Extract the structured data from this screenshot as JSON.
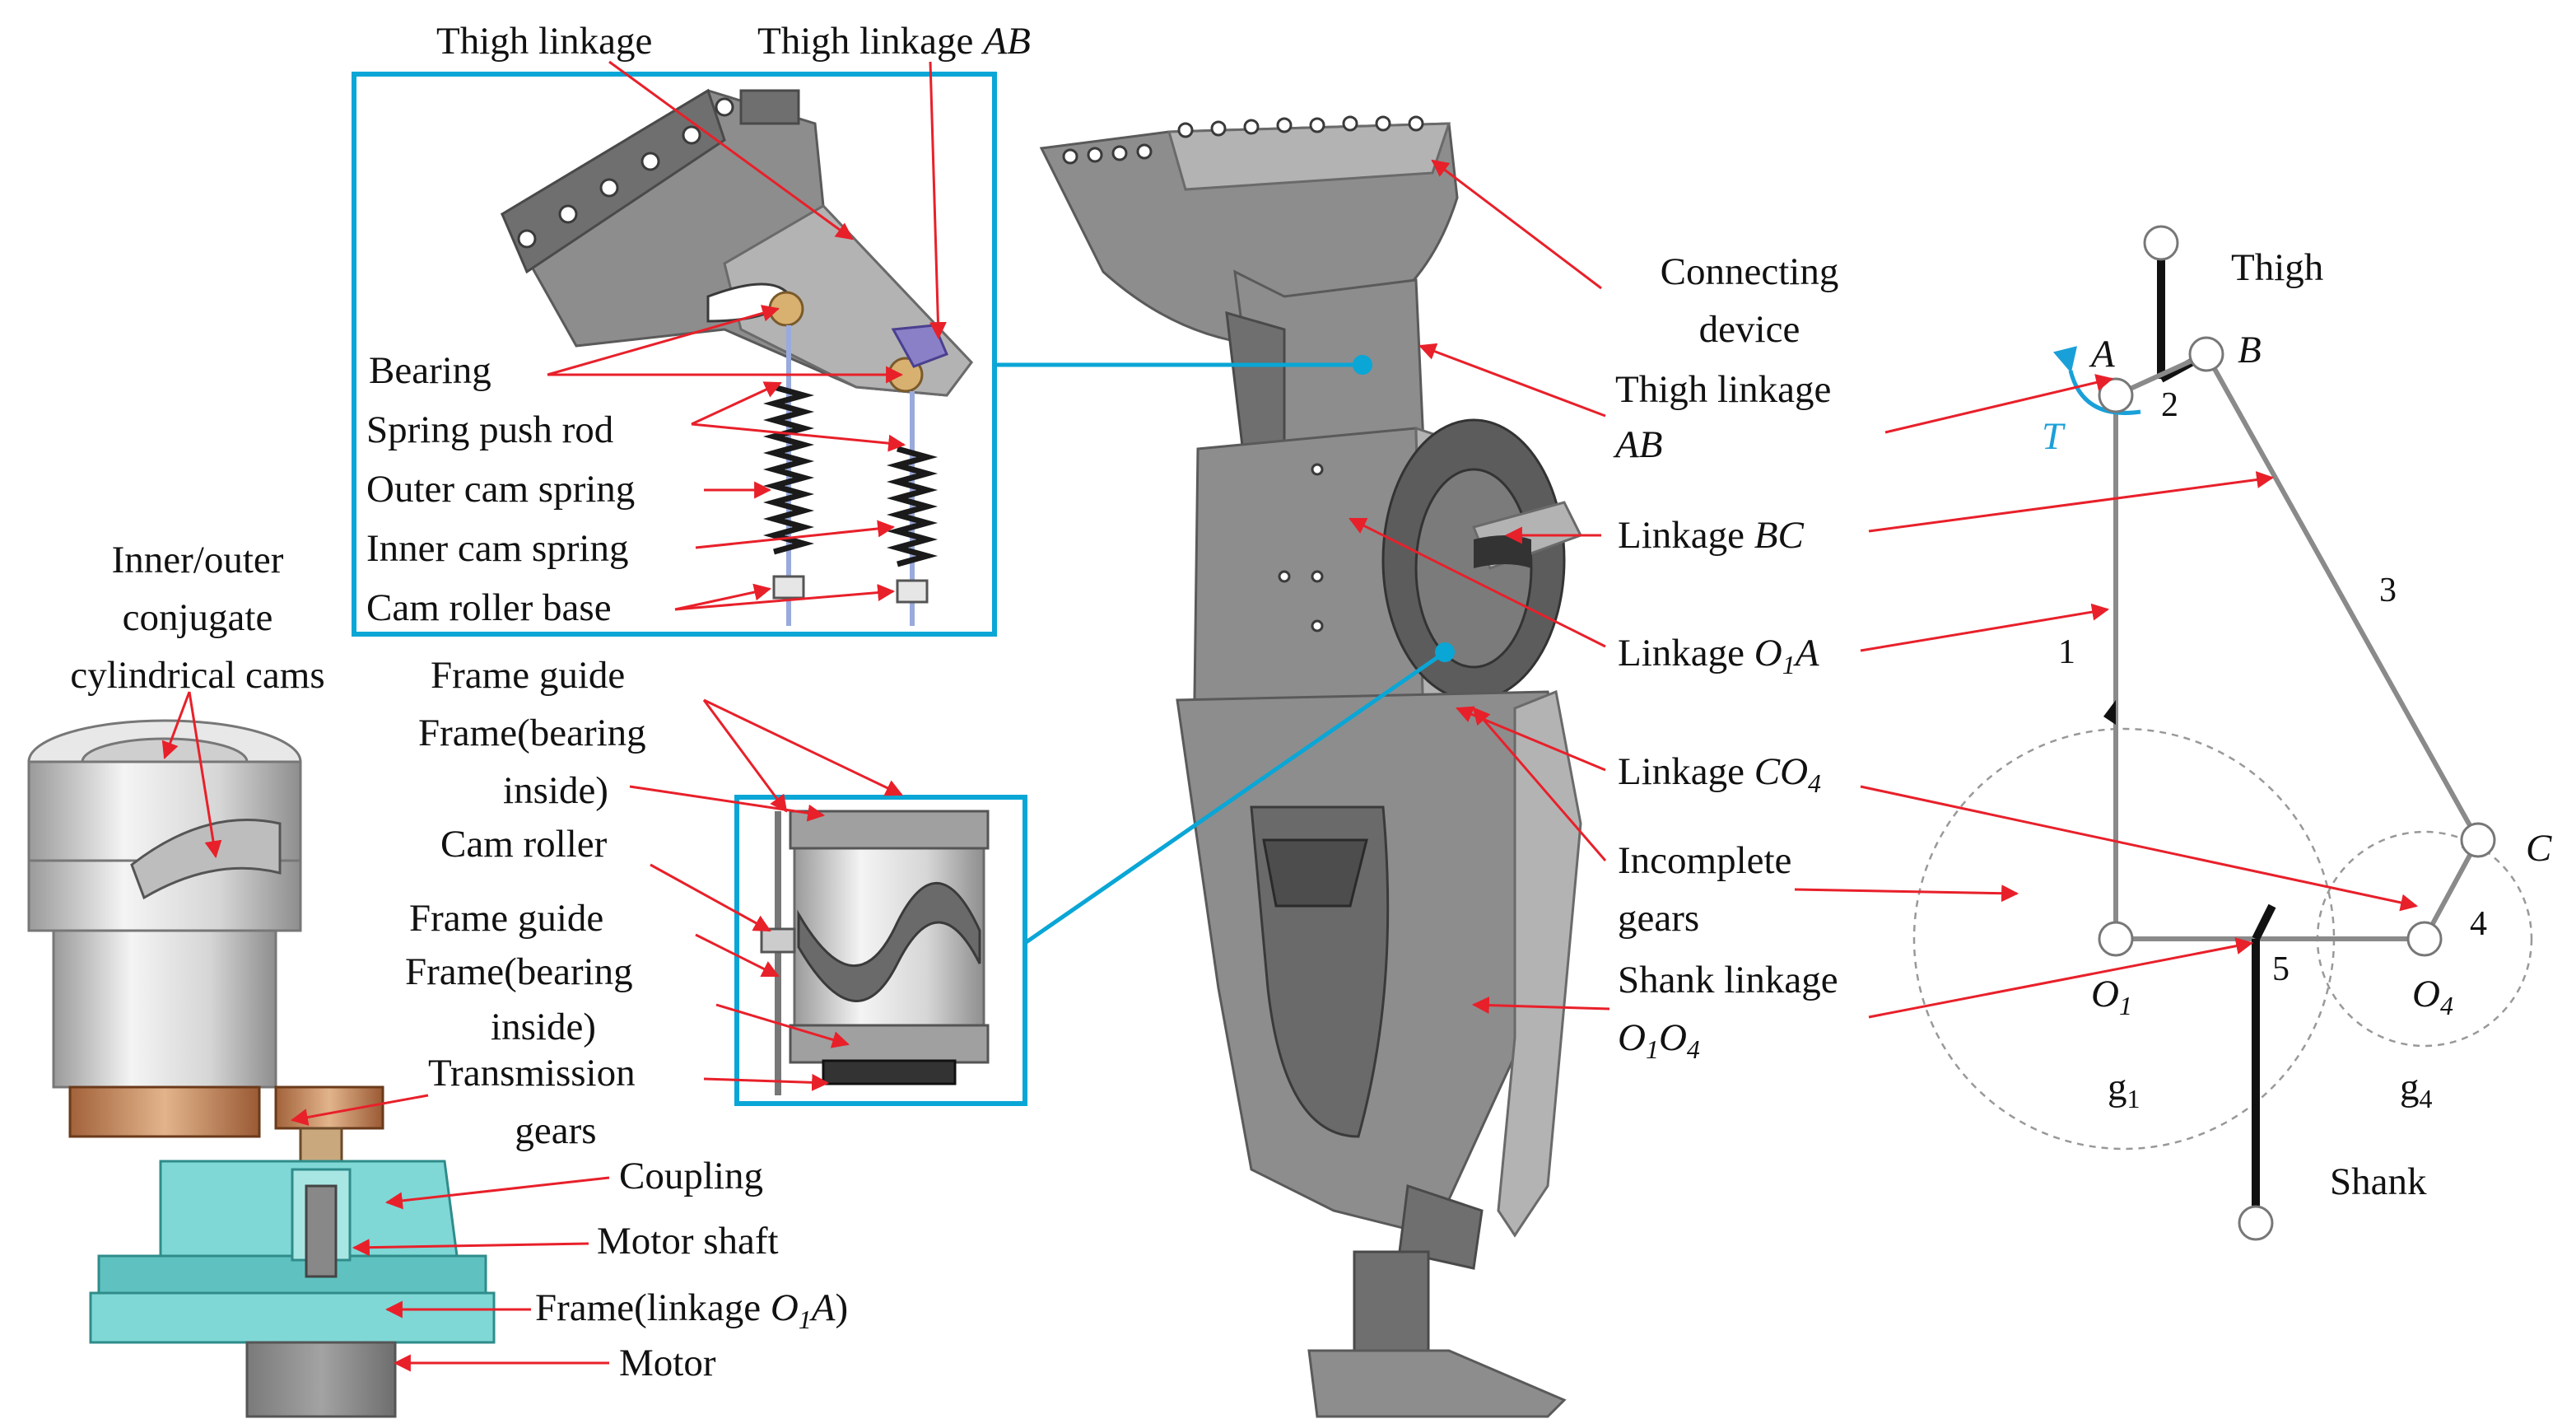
{
  "labels": {
    "thigh_linkage": "Thigh linkage",
    "thigh_linkage_ab_top": "Thigh linkage",
    "thigh_linkage_ab_top_it": "AB",
    "bearing": "Bearing",
    "spring_push_rod": "Spring push rod",
    "outer_cam_spring": "Outer cam spring",
    "inner_cam_spring": "Inner cam spring",
    "cam_roller_base": "Cam roller base",
    "inner_outer_1": "Inner/outer",
    "inner_outer_2": "conjugate",
    "inner_outer_3": "cylindrical cams",
    "frame_guide_1": "Frame guide",
    "frame_bearing_1a": "Frame(bearing",
    "frame_bearing_1b": "inside)",
    "cam_roller": "Cam roller",
    "frame_guide_2": "Frame guide",
    "frame_bearing_2a": "Frame(bearing",
    "frame_bearing_2b": "inside)",
    "transmission_1": "Transmission",
    "transmission_2": "gears",
    "coupling": "Coupling",
    "motor_shaft": "Motor shaft",
    "frame_linkage": "Frame(linkage ",
    "frame_linkage_it": "O",
    "frame_linkage_sub": "1",
    "frame_linkage_it2": "A",
    "frame_linkage_end": ")",
    "motor": "Motor",
    "connecting_1": "Connecting",
    "connecting_2": "device",
    "thigh_linkage_ab_1": "Thigh linkage",
    "thigh_linkage_ab_2": "AB",
    "linkage_bc": "Linkage ",
    "linkage_bc_it": "BC",
    "linkage_o1a": "Linkage ",
    "linkage_o1a_it": "O",
    "linkage_o1a_sub": "1",
    "linkage_o1a_it2": "A",
    "linkage_co4": "Linkage ",
    "linkage_co4_it": "CO",
    "linkage_co4_sub": "4",
    "incomplete_1": "Incomplete",
    "incomplete_2": "gears",
    "shank_linkage_1": "Shank linkage",
    "shank_linkage_2_it": "O",
    "shank_linkage_2_sub": "1",
    "shank_linkage_2_it2": "O",
    "shank_linkage_2_sub2": "4"
  },
  "schematic": {
    "thigh": "Thigh",
    "shank": "Shank",
    "point_a": "A",
    "point_b": "B",
    "point_c": "C",
    "torque": "T",
    "o1": "O",
    "o1_sub": "1",
    "o4": "O",
    "o4_sub": "4",
    "g1": "g",
    "g1_sub": "1",
    "g4": "g",
    "g4_sub": "4",
    "link_1": "1",
    "link_2": "2",
    "link_3": "3",
    "link_4": "4",
    "link_5": "5"
  },
  "colors": {
    "arrow": "#e8202a",
    "callout_box": "#0aa6d6",
    "torque": "#1aa0d8"
  }
}
